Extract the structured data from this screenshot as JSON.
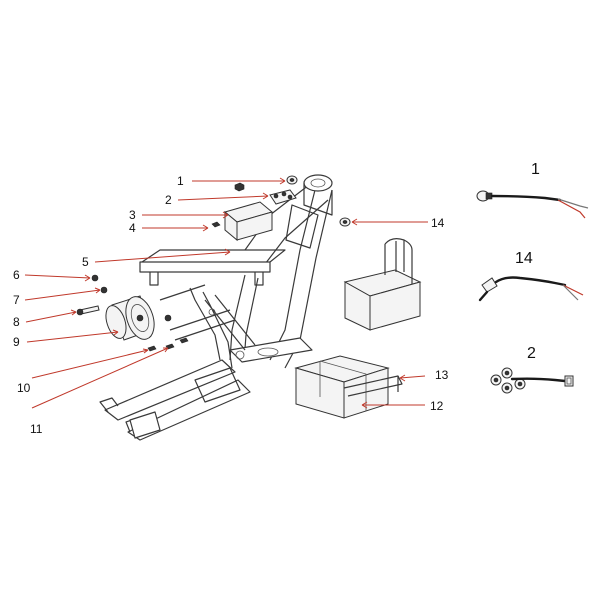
{
  "callouts": [
    {
      "id": "1",
      "label": "1"
    },
    {
      "id": "2",
      "label": "2"
    },
    {
      "id": "3",
      "label": "3"
    },
    {
      "id": "4",
      "label": "4"
    },
    {
      "id": "5",
      "label": "5"
    },
    {
      "id": "6",
      "label": "6"
    },
    {
      "id": "7",
      "label": "7"
    },
    {
      "id": "8",
      "label": "8"
    },
    {
      "id": "9",
      "label": "9"
    },
    {
      "id": "10",
      "label": "10"
    },
    {
      "id": "11",
      "label": "11"
    },
    {
      "id": "12",
      "label": "12"
    },
    {
      "id": "13",
      "label": "13"
    },
    {
      "id": "14",
      "label": "14"
    }
  ],
  "insets": [
    {
      "id": "1",
      "label": "1"
    },
    {
      "id": "14",
      "label": "14"
    },
    {
      "id": "2",
      "label": "2"
    }
  ],
  "colors": {
    "leader": "#c0392b",
    "outline": "#3a3a3a",
    "wire": "#1a1a1a",
    "wire_accent": "#c0392b"
  }
}
